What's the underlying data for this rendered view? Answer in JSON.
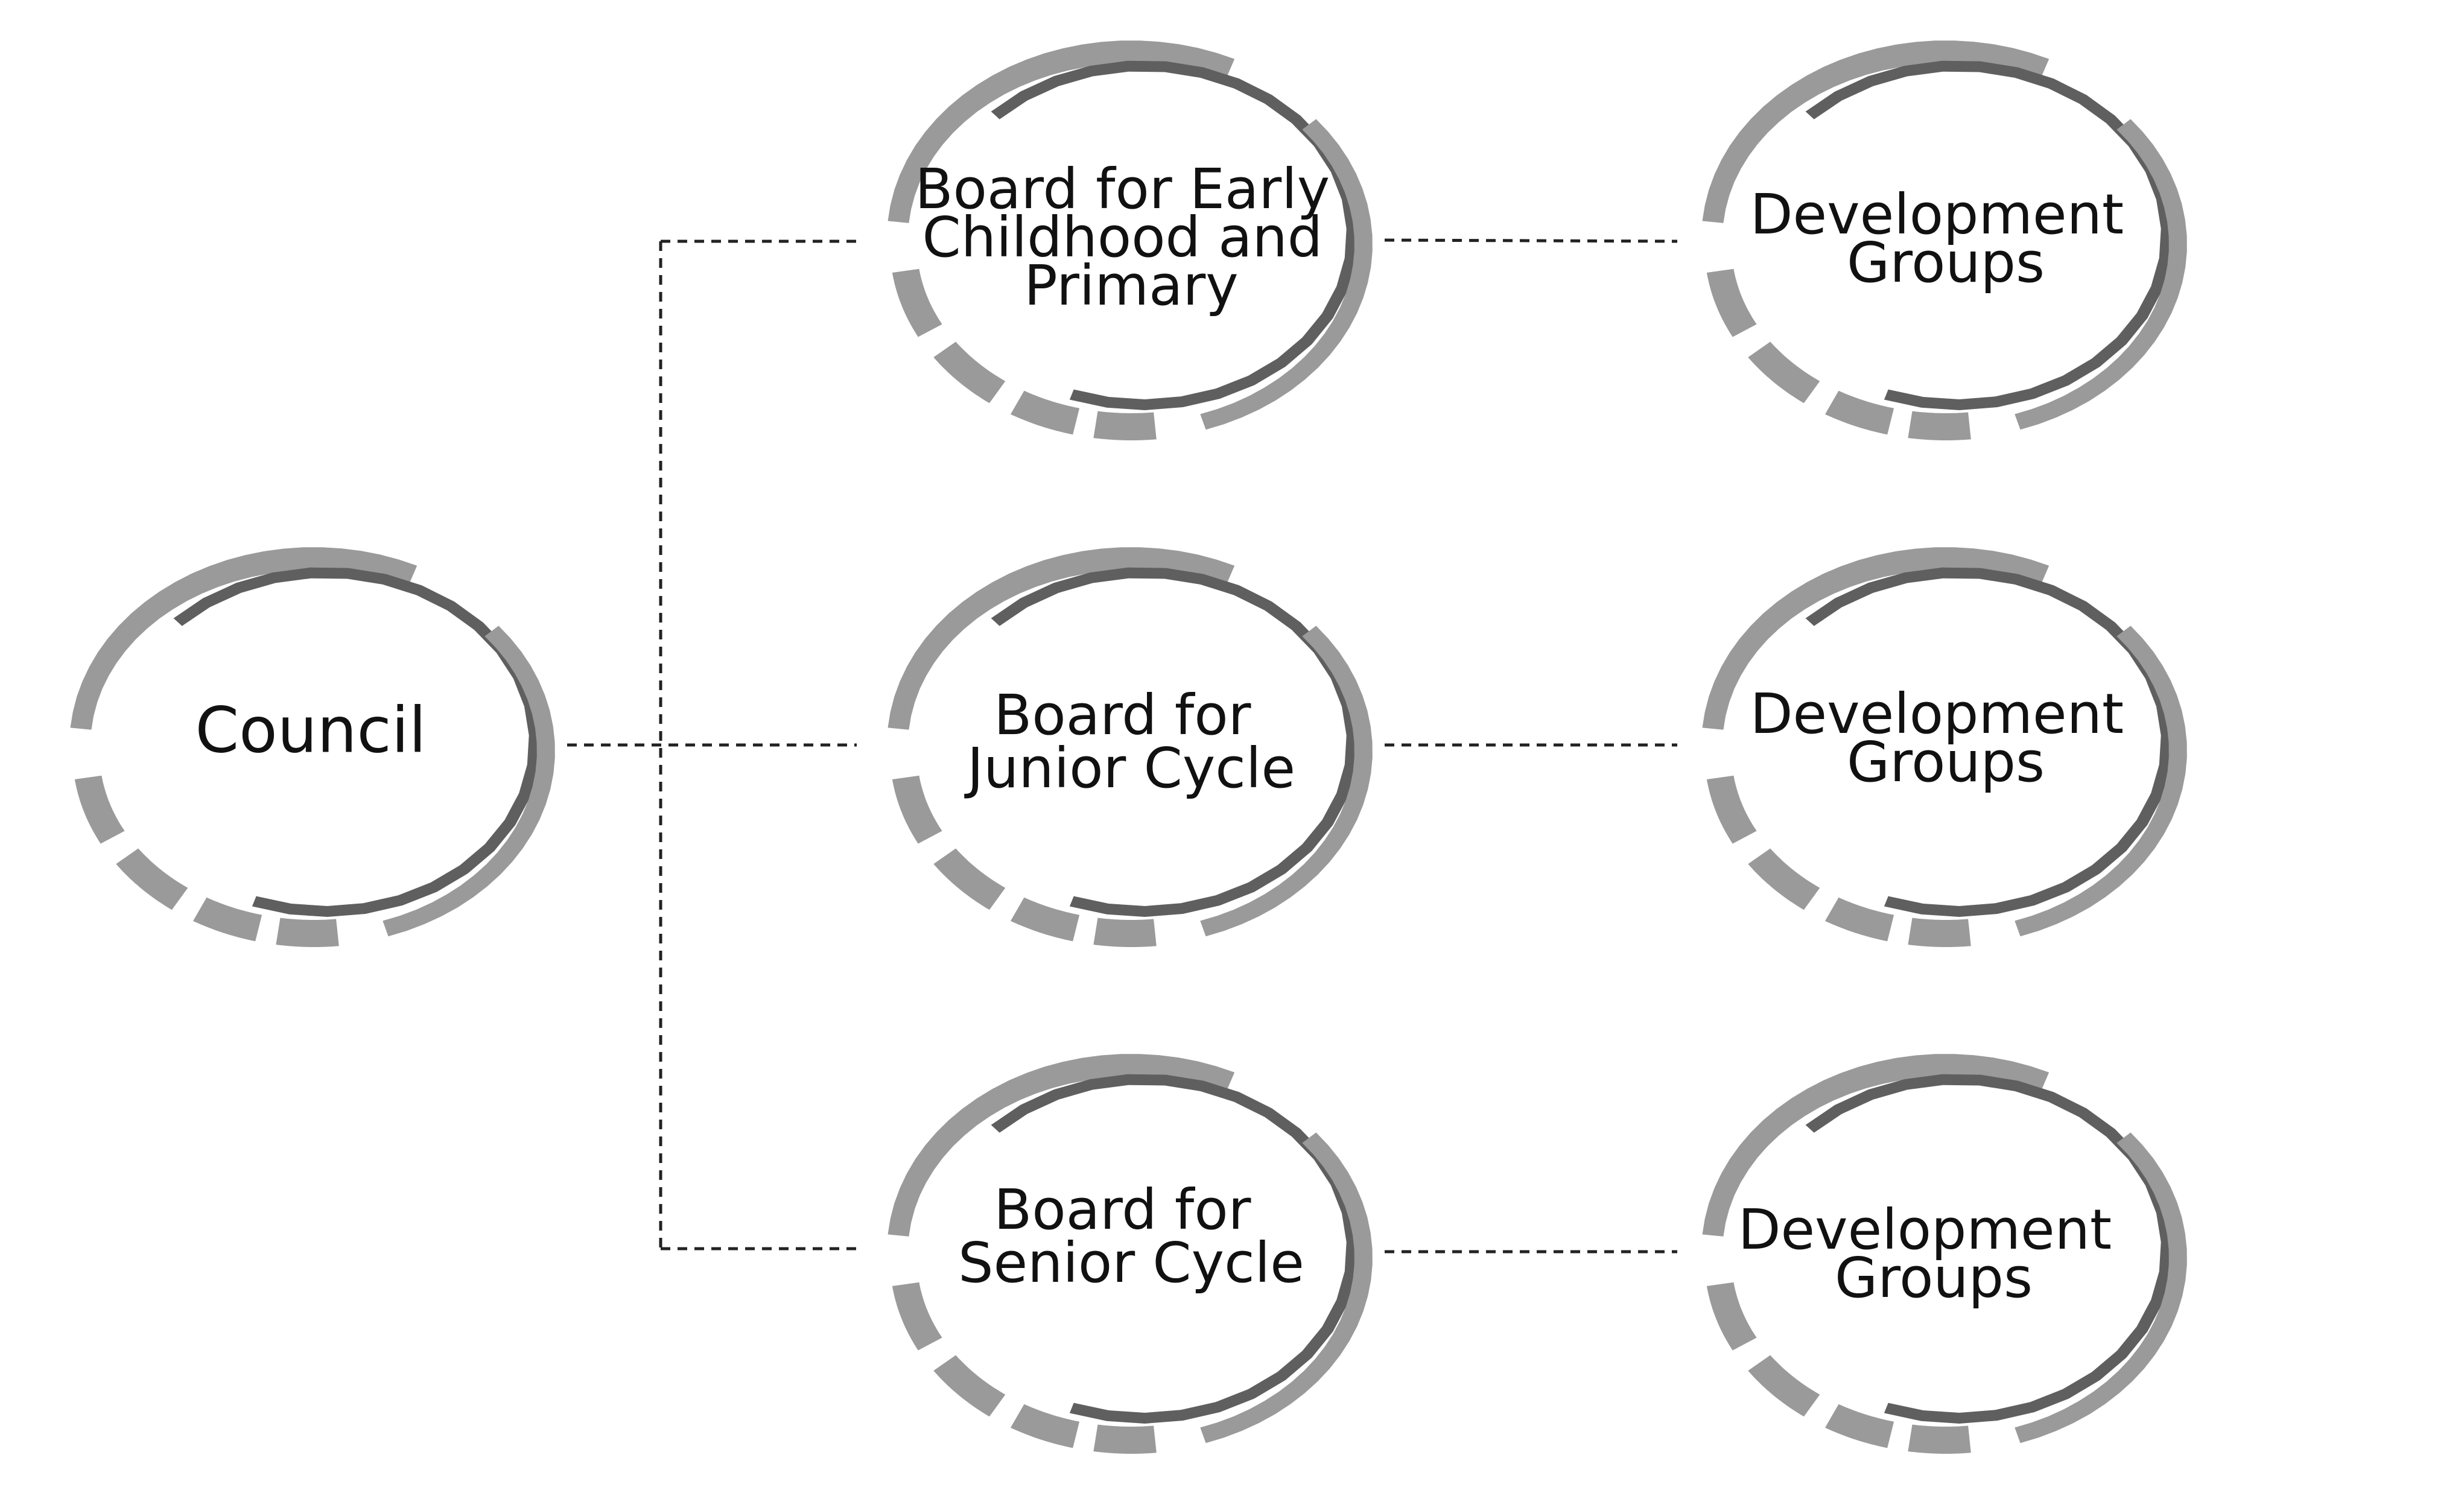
{
  "nodes": {
    "council": {
      "label": "Council"
    },
    "board_early": {
      "lines": [
        "Board for Early",
        "Childhood and",
        "Primary"
      ]
    },
    "board_junior": {
      "lines": [
        "Board for",
        "Junior Cycle"
      ]
    },
    "board_senior": {
      "lines": [
        "Board for",
        "Senior Cycle"
      ]
    },
    "dev_top": {
      "lines": [
        "Development",
        "Groups"
      ]
    },
    "dev_middle": {
      "lines": [
        "Development",
        "Groups"
      ]
    },
    "dev_bottom": {
      "lines": [
        "Development",
        "Groups"
      ]
    }
  },
  "colors": {
    "ring_light": "#9a9a9a",
    "ring_dark": "#5f5f5f",
    "text": "#111111",
    "connector": "#222222"
  },
  "relationships": [
    [
      "Council",
      "Board for Early Childhood and Primary"
    ],
    [
      "Council",
      "Board for Junior Cycle"
    ],
    [
      "Council",
      "Board for Senior Cycle"
    ],
    [
      "Board for Early Childhood and Primary",
      "Development Groups"
    ],
    [
      "Board for Junior Cycle",
      "Development Groups"
    ],
    [
      "Board for Senior Cycle",
      "Development Groups"
    ]
  ]
}
